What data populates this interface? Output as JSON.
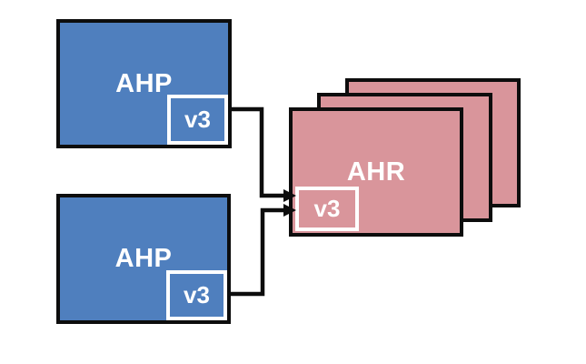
{
  "diagram": {
    "colors": {
      "bg": "#ffffff",
      "blue": "#4f7fbe",
      "pink": "#d9959b",
      "border": "#0d0d0d",
      "port_border": "#ffffff",
      "label": "#ffffff"
    },
    "producers": [
      {
        "label": "AHP",
        "port": "v3"
      },
      {
        "label": "AHP",
        "port": "v3"
      }
    ],
    "consumer": {
      "label": "AHR",
      "port": "v3",
      "stack_count": 3
    }
  }
}
